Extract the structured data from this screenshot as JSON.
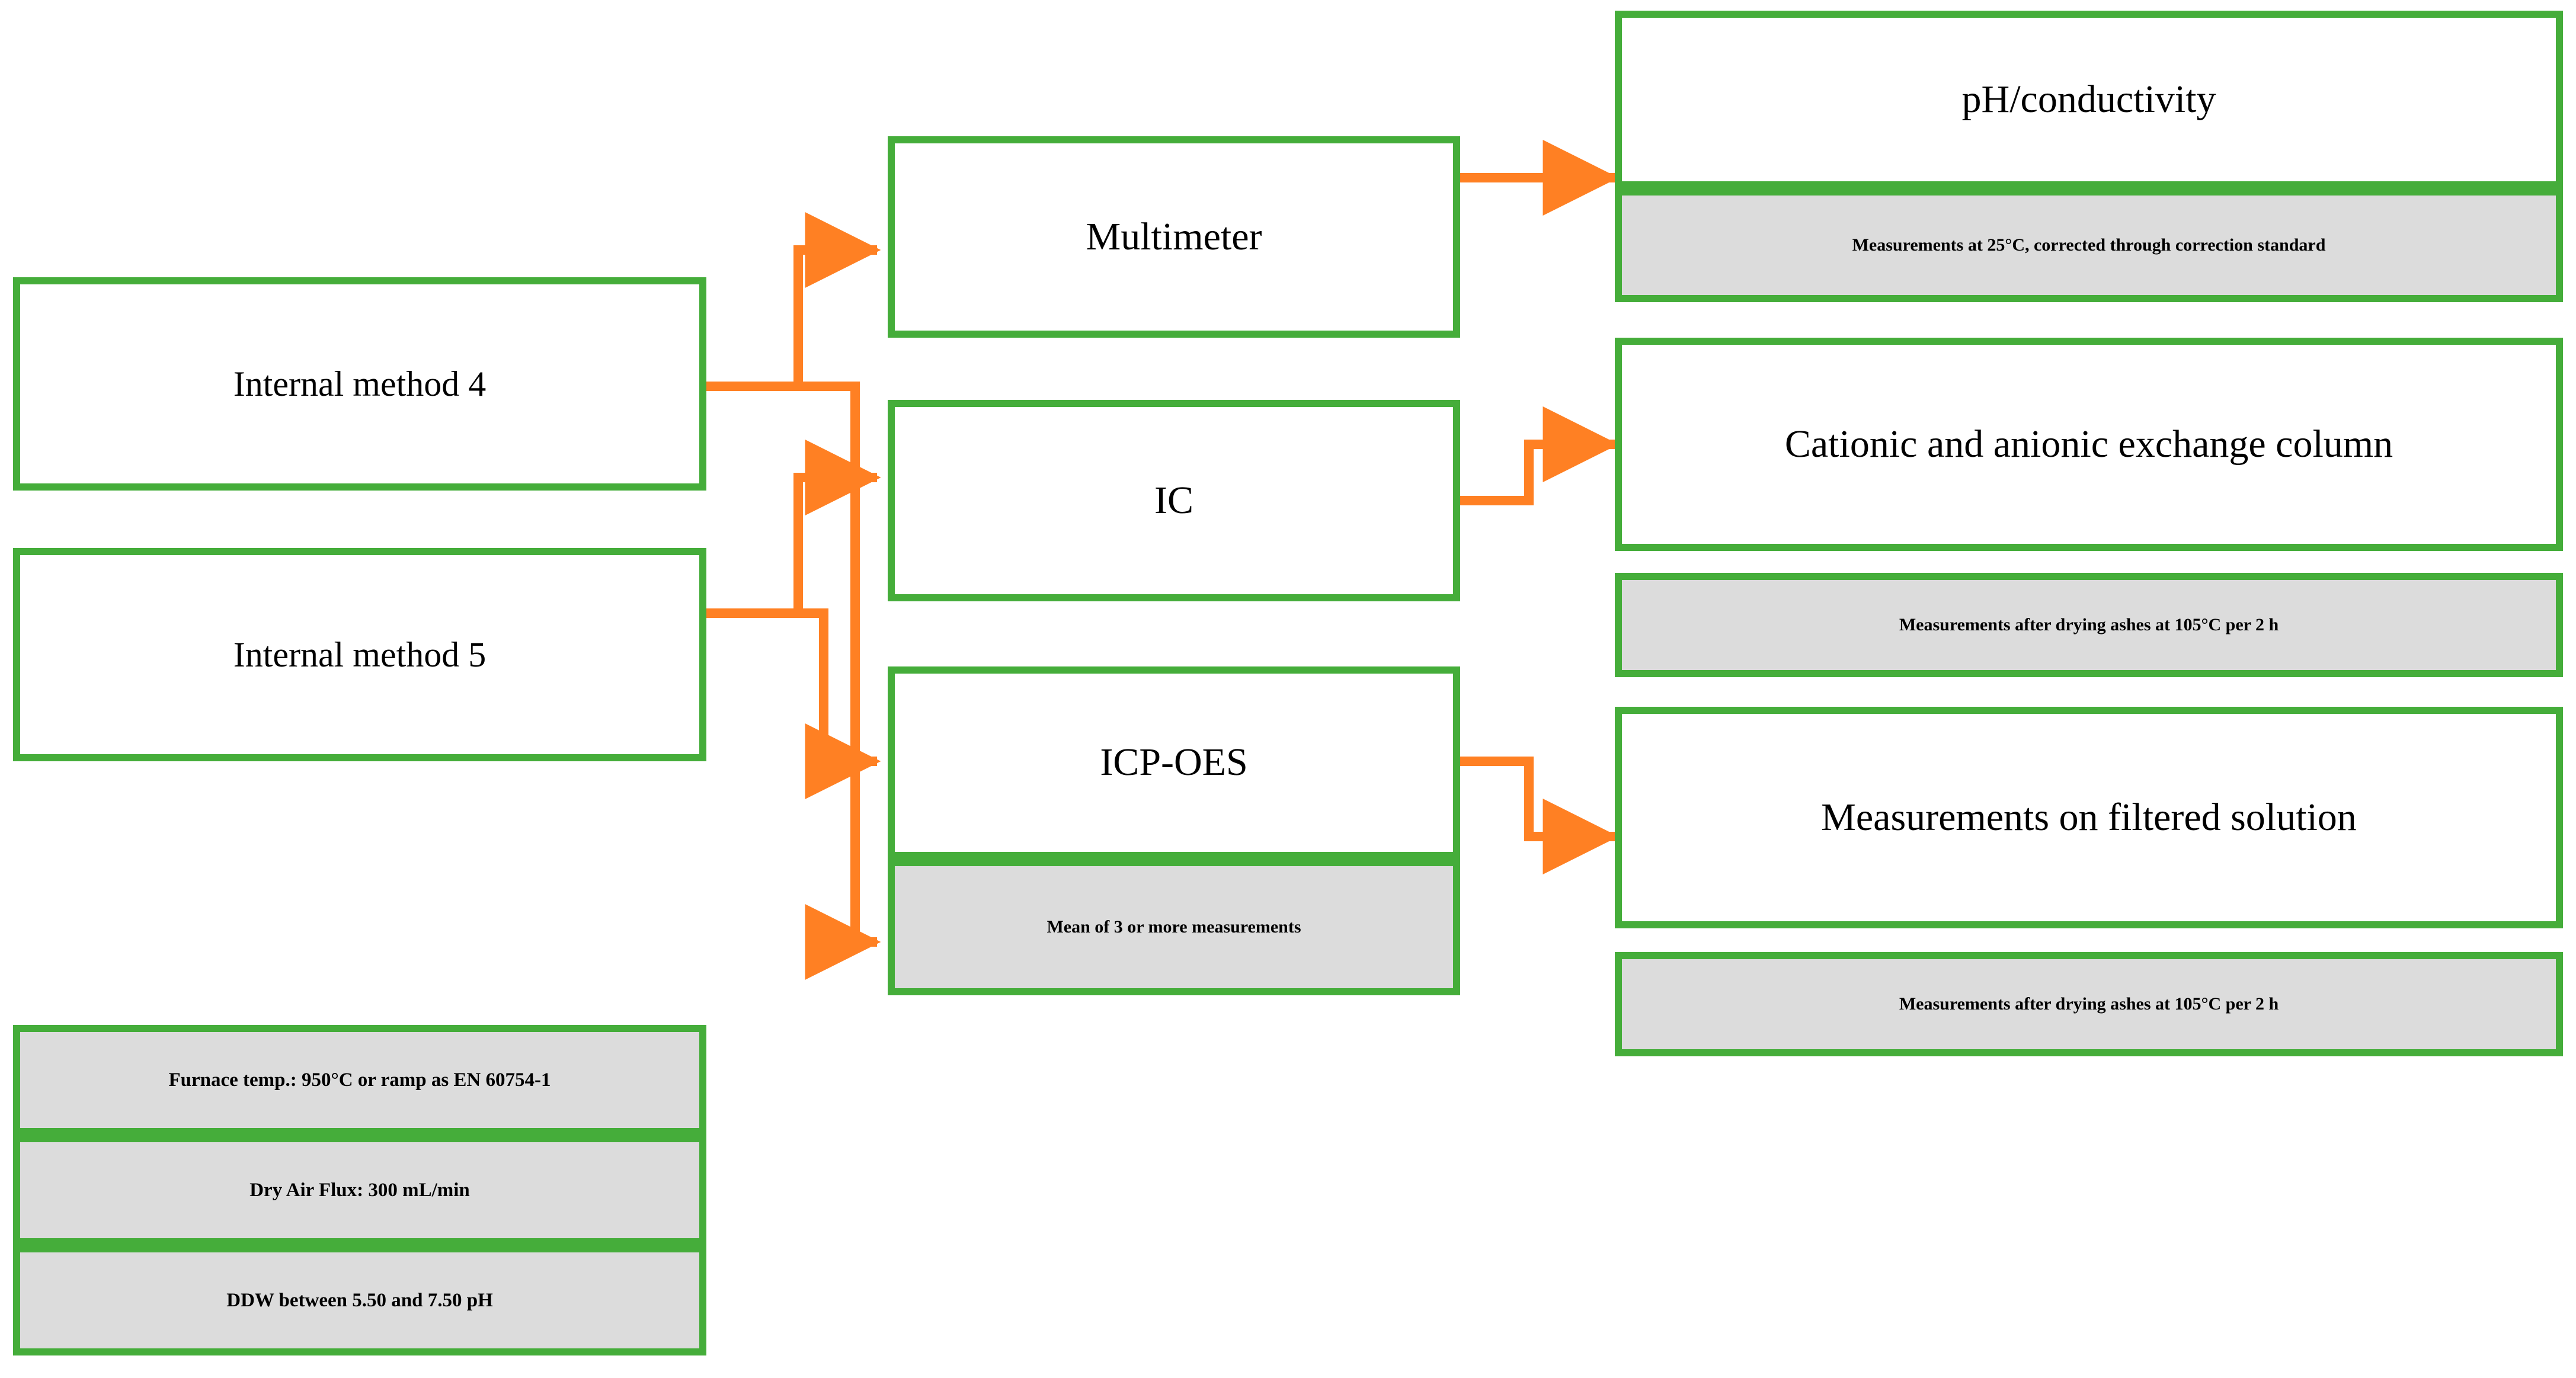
{
  "theme": {
    "box_border": "#45AD3A",
    "box_fill_white": "#FFFFFF",
    "box_fill_gray": "#DCDCDC",
    "connector": "#FF8023",
    "text": "#000000"
  },
  "diagram": {
    "type": "flowchart",
    "orientation": "left-to-right",
    "sources": [
      {
        "id": "method4",
        "label": "Internal method 4"
      },
      {
        "id": "method5",
        "label": "Internal method 5"
      }
    ],
    "instruments": [
      {
        "id": "multimeter",
        "label": "Multimeter"
      },
      {
        "id": "ic",
        "label": "IC"
      },
      {
        "id": "icpoes",
        "label": "ICP-OES"
      }
    ],
    "instrument_notes": [
      {
        "id": "mean-note",
        "label": "Mean of 3 or more measurements"
      }
    ],
    "outputs": [
      {
        "id": "ph-conductivity",
        "label": "pH/conductivity",
        "note": "Measurements at 25°C, corrected through correction standard"
      },
      {
        "id": "exchange-column",
        "label": "Cationic and anionic exchange column",
        "note": "Measurements after drying ashes at 105°C per 2 h"
      },
      {
        "id": "filtered-solution",
        "label": "Measurements on filtered solution",
        "note": "Measurements after drying ashes at 105°C per 2 h"
      }
    ],
    "conditions": [
      {
        "id": "furnace-temp",
        "label": "Furnace temp.: 950°C or ramp as EN 60754-1"
      },
      {
        "id": "dry-air-flux",
        "label": "Dry Air Flux: 300 mL/min"
      },
      {
        "id": "ddw-ph",
        "label": "DDW between 5.50 and 7.50 pH"
      }
    ],
    "edges": [
      {
        "from": "method4",
        "to": "multimeter"
      },
      {
        "from": "method4",
        "to": "ic"
      },
      {
        "from": "method5",
        "to": "ic"
      },
      {
        "from": "method5",
        "to": "icpoes"
      },
      {
        "from": "method5",
        "to": "mean-note"
      },
      {
        "from": "multimeter",
        "to": "ph-conductivity"
      },
      {
        "from": "ic",
        "to": "exchange-column"
      },
      {
        "from": "icpoes",
        "to": "filtered-solution"
      }
    ]
  }
}
